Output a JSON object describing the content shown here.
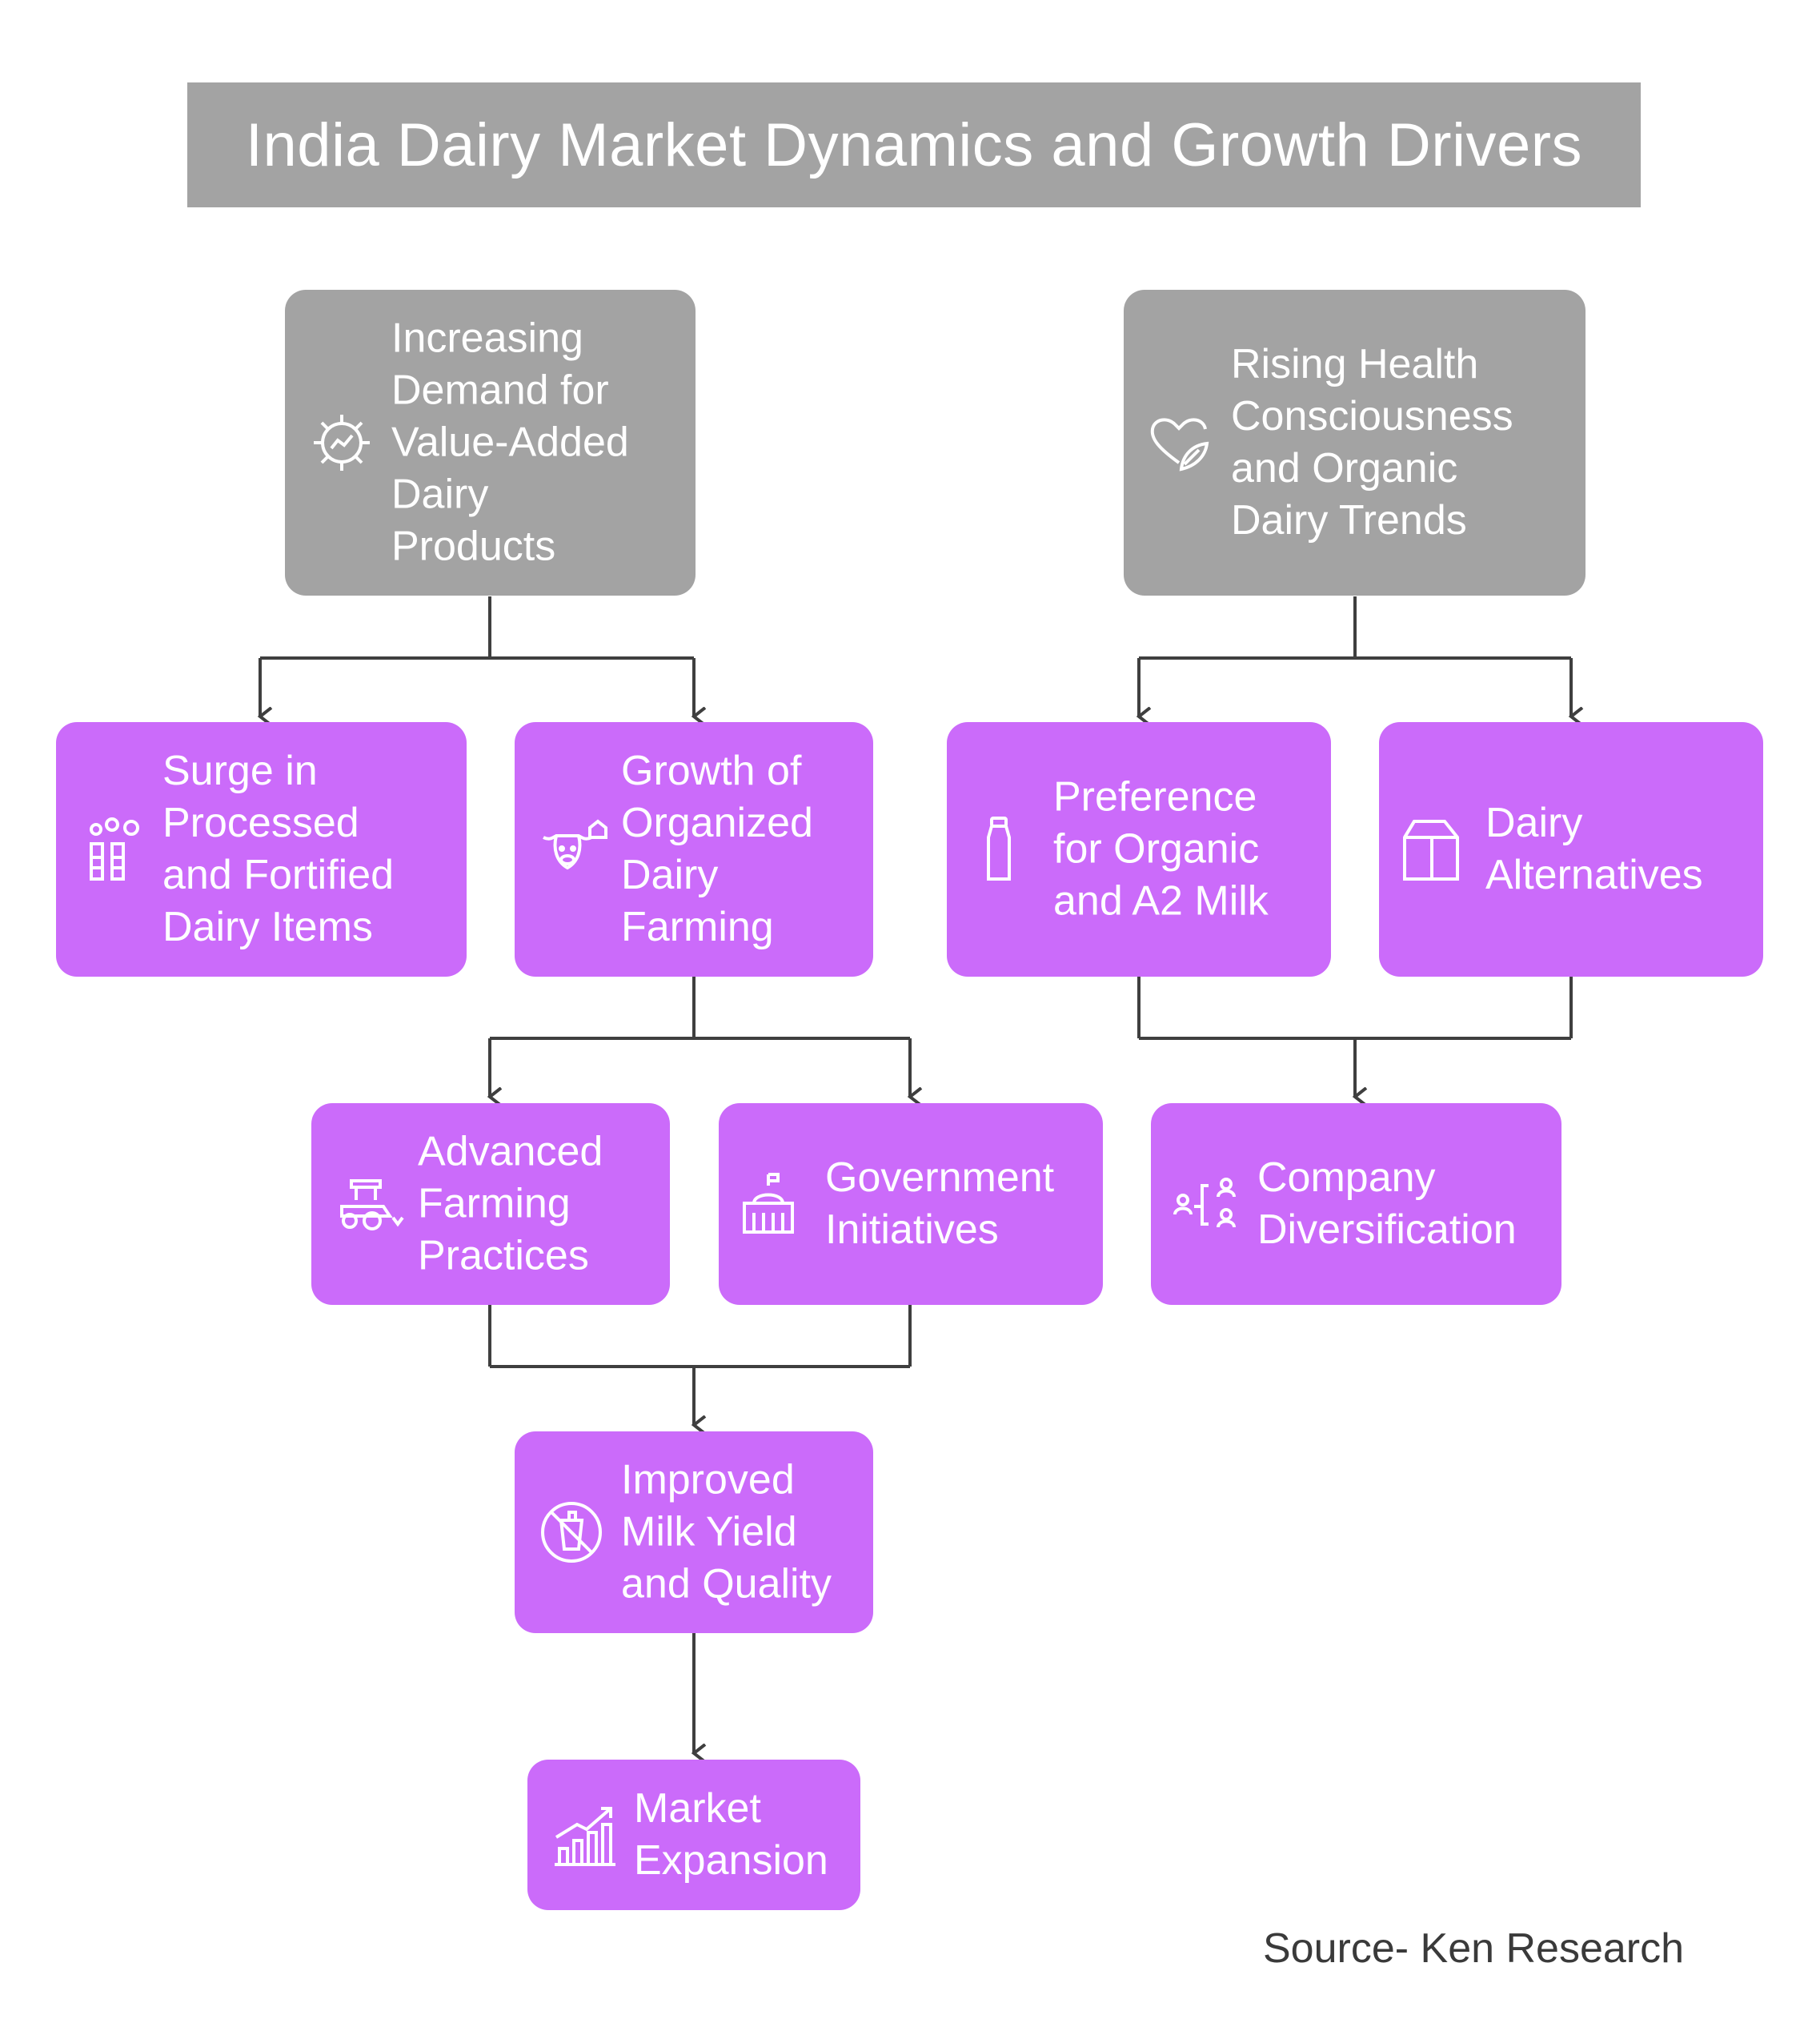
{
  "title": "India Dairy Market Dynamics and Growth Drivers",
  "source": "Source- Ken Research",
  "nodes": {
    "value_added": {
      "label": "Increasing\nDemand for\nValue-Added\nDairy\nProducts",
      "icon": "gear-chart-icon"
    },
    "health": {
      "label": "Rising Health\nConsciousness\nand Organic\nDairy Trends",
      "icon": "heart-leaf-icon"
    },
    "processed": {
      "label": "Surge in\nProcessed\nand Fortified\nDairy Items",
      "icon": "factory-icon"
    },
    "organized": {
      "label": "Growth of\nOrganized\nDairy\nFarming",
      "icon": "cow-farm-icon"
    },
    "organic_milk": {
      "label": "Preference\nfor Organic\nand A2 Milk",
      "icon": "milk-bottle-icon"
    },
    "alternatives": {
      "label": "Dairy\nAlternatives",
      "icon": "milk-carton-icon"
    },
    "advanced": {
      "label": "Advanced\nFarming\nPractices",
      "icon": "tractor-icon"
    },
    "government": {
      "label": "Government\nInitiatives",
      "icon": "government-building-icon"
    },
    "diversification": {
      "label": "Company\nDiversification",
      "icon": "people-network-icon"
    },
    "yield": {
      "label": "Improved\nMilk Yield\nand Quality",
      "icon": "no-milk-icon"
    },
    "expansion": {
      "label": "Market\nExpansion",
      "icon": "growth-chart-icon"
    }
  },
  "colors": {
    "gray": "#a3a3a3",
    "purple": "#cb6bfa",
    "connector": "#3f3f3f"
  }
}
